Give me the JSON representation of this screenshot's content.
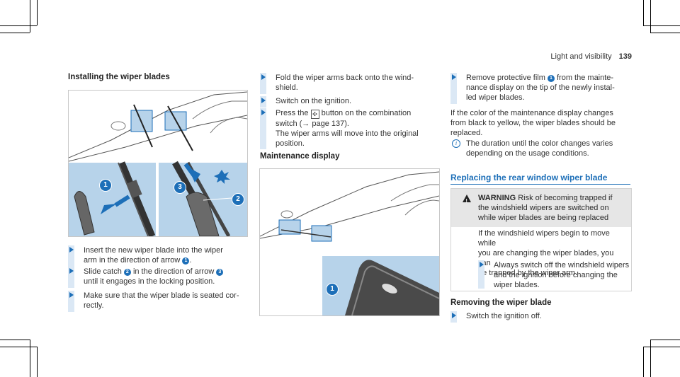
{
  "header": {
    "section": "Light and visibility",
    "page": "139"
  },
  "col1": {
    "heading": "Installing the wiper blades",
    "steps": [
      {
        "a": "Insert the new wiper blade into the wiper",
        "b": "arm in the direction of arrow",
        "n": "1",
        "c": "."
      },
      {
        "a": "Slide catch",
        "n1": "2",
        "a2": "in the direction of arrow",
        "n2": "3",
        "b": "until it engages in the locking position."
      },
      {
        "a": "Make sure that the wiper blade is seated cor-",
        "b": "rectly."
      }
    ],
    "figure_labels": [
      "1",
      "2",
      "3"
    ]
  },
  "col2": {
    "steps": [
      {
        "a": "Fold the wiper arms back onto the wind-",
        "b": "shield."
      },
      {
        "a": "Switch on the ignition."
      },
      {
        "a": "Press the",
        "a2": "button on the combination",
        "b": "switch (→ page 137).",
        "c": "The wiper arms will move into the original",
        "d": "position."
      }
    ],
    "heading": "Maintenance display",
    "figure_labels": [
      "1"
    ]
  },
  "col3": {
    "step1": {
      "a": "Remove protective film",
      "n": "1",
      "a2": "from the mainte-",
      "b": "nance display on the tip of the newly instal-",
      "c": "led wiper blades."
    },
    "para1": [
      "If the color of the maintenance display changes",
      "from black to yellow, the wiper blades should be",
      "replaced."
    ],
    "note": [
      "The duration until the color changes varies",
      "depending on the usage conditions."
    ],
    "heading_blue": "Replacing the rear window wiper blade",
    "warning": {
      "title": "WARNING",
      "top": [
        "Risk of becoming trapped if",
        "the windshield wipers are switched on",
        "while wiper blades are being replaced"
      ],
      "body": [
        "If the windshield wipers begin to move while",
        "you are changing the wiper blades, you can",
        "be trapped by the wiper arm."
      ],
      "step": [
        "Always switch off the windshield wipers",
        "and the ignition before changing the",
        "wiper blades."
      ]
    },
    "heading2": "Removing the wiper blade",
    "step2": "Switch the ignition off."
  },
  "colors": {
    "accent": "#1d6fb8",
    "panel": "#b7d3ea",
    "stepbar": "#dbe8f5"
  },
  "icons": [
    "wiper-switch-icon",
    "info-icon",
    "warning-icon",
    "arrow-step-icon"
  ]
}
